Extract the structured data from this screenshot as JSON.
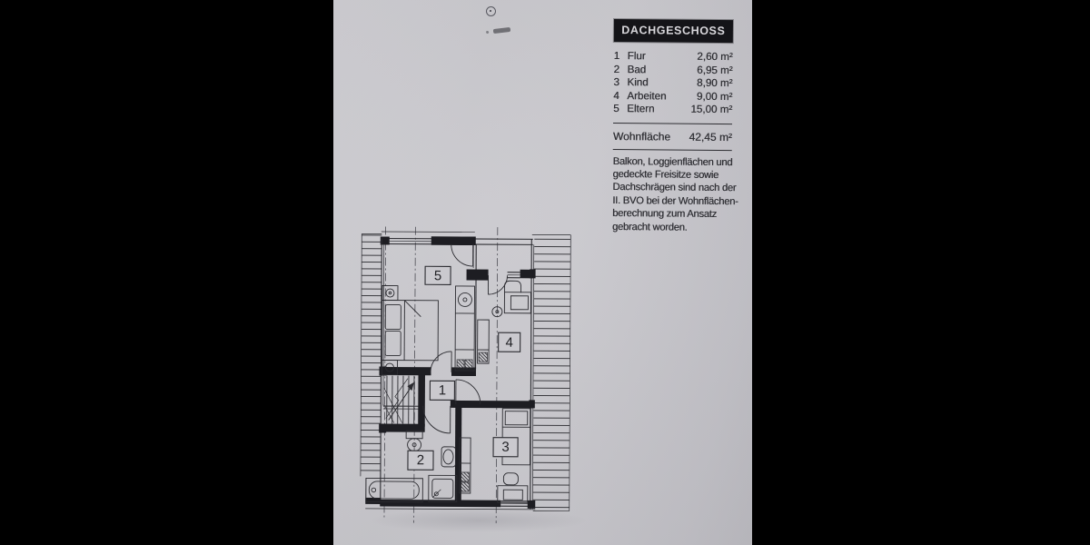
{
  "colors": {
    "frame": "#000000",
    "paper": "#c8c7cc",
    "ink": "#2b2b30",
    "legend_header_bg": "#141418",
    "legend_header_text": "#d8d7db"
  },
  "legend": {
    "title": "DACHGESCHOSS",
    "rooms": [
      {
        "num": "1",
        "name": "Flur",
        "area": "2,60 m²"
      },
      {
        "num": "2",
        "name": "Bad",
        "area": "6,95 m²"
      },
      {
        "num": "3",
        "name": "Kind",
        "area": "8,90 m²"
      },
      {
        "num": "4",
        "name": "Arbeiten",
        "area": "9,00 m²"
      },
      {
        "num": "5",
        "name": "Eltern",
        "area": "15,00 m²"
      }
    ],
    "total": {
      "label": "Wohnfläche",
      "area": "42,45 m²"
    },
    "note_lines": [
      "Balkon, Loggienflächen und",
      "gedeckte Freisitze sowie",
      "Dachschrägen sind nach der",
      "II. BVO bei der Wohnflächen-",
      "berechnung zum Ansatz",
      "gebracht worden."
    ]
  },
  "plan": {
    "room_labels": {
      "flur": "1",
      "bad": "2",
      "kind": "3",
      "arbeiten": "4",
      "eltern": "5"
    }
  }
}
